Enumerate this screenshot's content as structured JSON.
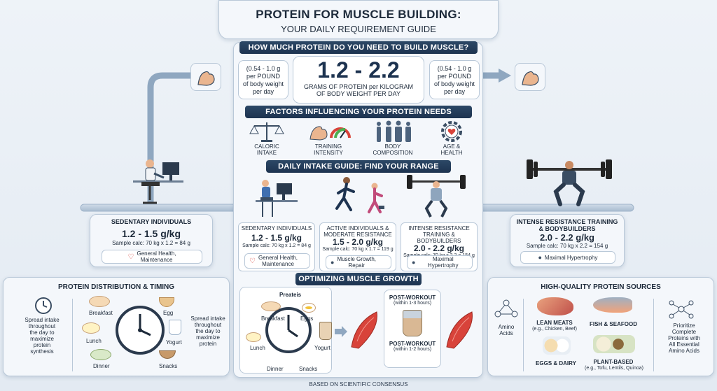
{
  "header": {
    "title": "PROTEIN FOR MUSCLE BUILDING:",
    "subtitle": "YOUR DAILY REQUIREMENT GUIDE"
  },
  "how_much": {
    "banner": "HOW MUCH PROTEIN DO YOU NEED TO BUILD MUSCLE?",
    "range": "1.2 - 2.2",
    "range_caption_1": "GRAMS OF PROTEIN per KILOGRAM",
    "range_caption_2": "OF BODY WEIGHT PER DAY",
    "pound_left": [
      "(0.54 - 1.0 g",
      "per POUND",
      "of body weight",
      "per day"
    ],
    "pound_right": [
      "(0.54 - 1.0 g",
      "per POUND",
      "of body weight",
      "per day"
    ]
  },
  "factors": {
    "banner": "FACTORS INFLUENCING YOUR PROTEIN NEEDS",
    "items": [
      {
        "label_1": "CALORIC",
        "label_2": "INTAKE",
        "icon": "scale-icon"
      },
      {
        "label_1": "TRAINING",
        "label_2": "INTENSITY",
        "icon": "gauge-arm-icon"
      },
      {
        "label_1": "BODY",
        "label_2": "COMPOSITION",
        "icon": "body-silhouettes-icon"
      },
      {
        "label_1": "AGE &",
        "label_2": "HEALTH",
        "icon": "gear-heart-icon"
      }
    ]
  },
  "intake_guide": {
    "banner": "DAILY INTAKE GUIDE: FIND YOUR RANGE",
    "columns": [
      {
        "title_1": "SEDENTARY INDIVIDUALS",
        "title_2": "",
        "range": "1.2 - 1.5 g/kg",
        "calc": "Sample calc: 70 kg x 1.2 = 84 g",
        "benefit_1": "General Health,",
        "benefit_2": "Maintenance"
      },
      {
        "title_1": "ACTIVE INDIVIDUALS &",
        "title_2": "MODERATE RESISTANCE",
        "range": "1.5 - 2.0 g/kg",
        "calc": "Sample calc: 70 kg x 1.7 = 119 g",
        "benefit_1": "Muscle Growth,",
        "benefit_2": "Repair"
      },
      {
        "title_1": "INTENSE RESISTANCE",
        "title_2": "TRAINING & BODYBUILDERS",
        "range": "2.0 - 2.2 g/kg",
        "calc": "Sample calc: 70 kg x 2.2 = 154 g",
        "benefit_1": "Maximal Hypertrophy",
        "benefit_2": ""
      }
    ]
  },
  "side_left": {
    "title": "SEDENTARY INDIVIDUALS",
    "range": "1.2 - 1.5 g/kg",
    "calc": "Sample calc: 70 kg x 1.2 = 84 g",
    "benefit_1": "General Health,",
    "benefit_2": "Maintenance"
  },
  "side_right": {
    "title_1": "INTENSE RESISTANCE TRAINING",
    "title_2": "& BODYBUILDERS",
    "range": "2.0 - 2.2 g/kg",
    "calc": "Sample calc: 70 kg x 2.2 = 154 g",
    "benefit_1": "Maximal Hypertrophy"
  },
  "distribution": {
    "title": "PROTEIN DISTRIBUTION & TIMING",
    "left_note": [
      "Spread intake",
      "throughout",
      "the day to",
      "maximize",
      "protein",
      "synthesis"
    ],
    "right_note": [
      "Spread intake",
      "throughout",
      "the day to",
      "maximize",
      "protein"
    ],
    "meals": [
      "Breakfast",
      "Egg",
      "Lunch",
      "Yogurt",
      "Dinner",
      "Snacks"
    ]
  },
  "optimizing": {
    "banner": "OPTIMIZING MUSCLE GROWTH",
    "clock_title": "Preateis",
    "meals": [
      "Breakfast",
      "Eggs",
      "Lunch",
      "Yogurt",
      "Dinner",
      "Snacks"
    ],
    "post_top_1": "POST-WORKOUT",
    "post_top_2": "(within 1-3 hours)",
    "post_bottom_1": "POST-WORKOUT",
    "post_bottom_2": "(within 1-2 hours)"
  },
  "sources": {
    "title": "HIGH-QUALITY PROTEIN SOURCES",
    "amino_1": "Amino",
    "amino_2": "Acids",
    "lean": "LEAN MEATS",
    "lean_sub": "(e.g., Chicken, Beef)",
    "fish": "FISH & SEAFOOD",
    "eggs": "EGGS & DAIRY",
    "plant": "PLANT-BASED",
    "plant_sub": "(e.g., Tofu, Lentils, Quinoa)",
    "prioritize": [
      "Prioritize",
      "Complete",
      "Proteins with",
      "All Essential",
      "Amino Acids"
    ]
  },
  "footer": "BASED ON SCIENTIFIC CONSENSUS",
  "colors": {
    "navy": "#1d3350",
    "accent": "#d8433a",
    "panel": "#f4f7fb",
    "line": "#9fb4ca"
  }
}
